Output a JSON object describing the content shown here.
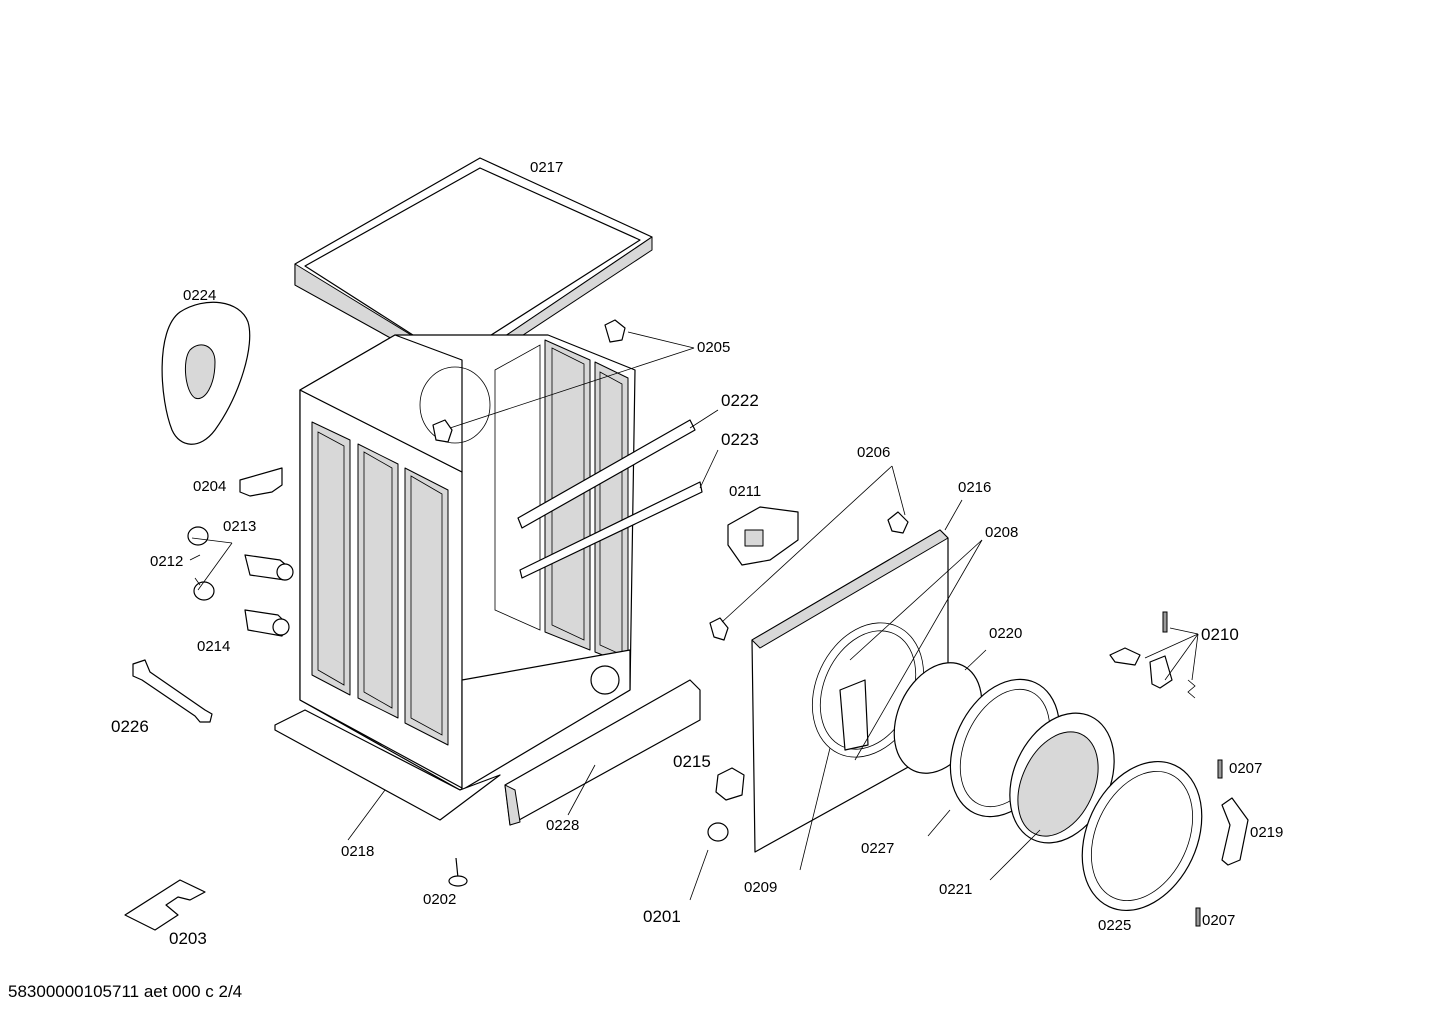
{
  "diagram": {
    "callouts": {
      "c0201": "0201",
      "c0202": "0202",
      "c0203": "0203",
      "c0204": "0204",
      "c0205": "0205",
      "c0206": "0206",
      "c0207a": "0207",
      "c0207b": "0207",
      "c0208": "0208",
      "c0209": "0209",
      "c0210": "0210",
      "c0211": "0211",
      "c0212": "0212",
      "c0213": "0213",
      "c0214": "0214",
      "c0215": "0215",
      "c0216": "0216",
      "c0217": "0217",
      "c0218": "0218",
      "c0219": "0219",
      "c0220": "0220",
      "c0221": "0221",
      "c0222": "0222",
      "c0223": "0223",
      "c0224": "0224",
      "c0225": "0225",
      "c0226": "0226",
      "c0227": "0227",
      "c0228": "0228"
    },
    "footer": "58300000105711 aet 000 c 2/4"
  }
}
